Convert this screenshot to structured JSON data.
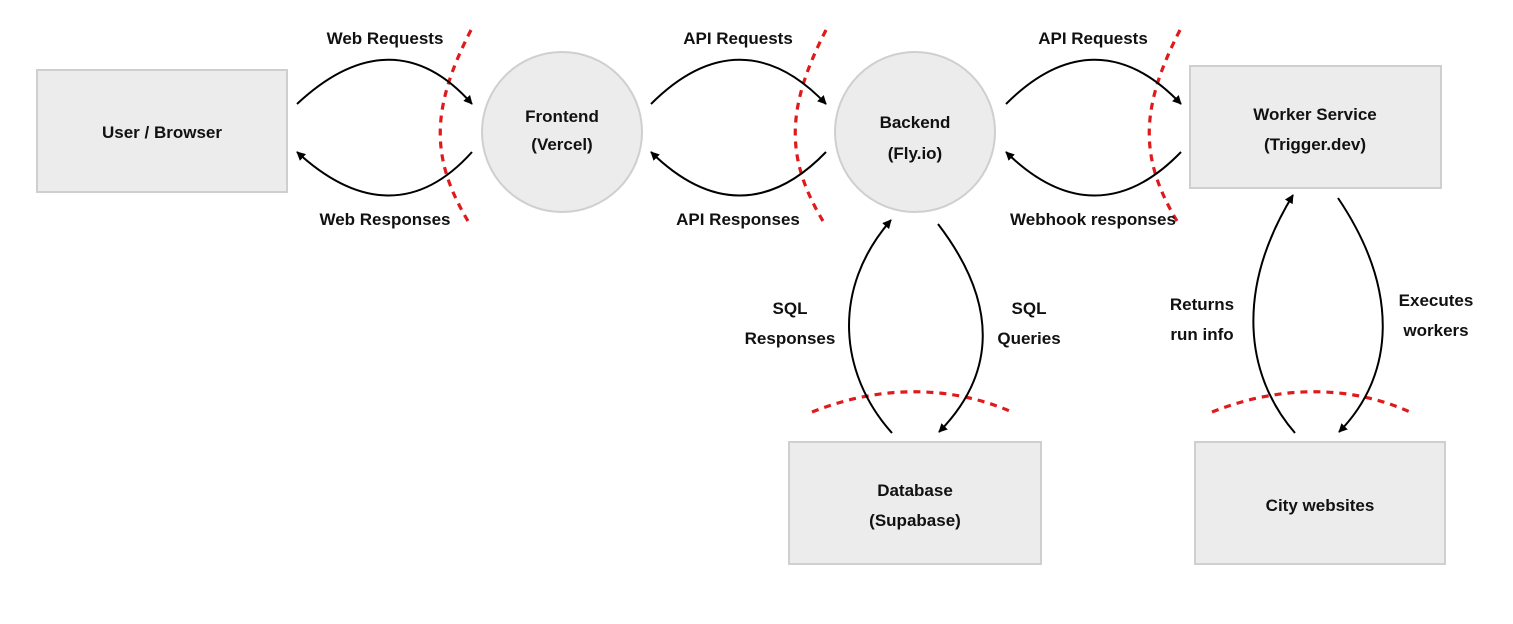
{
  "colors": {
    "node_fill": "#ececec",
    "node_stroke": "#cfcfcf",
    "arrow": "#000000",
    "boundary": "#e0191b",
    "text": "#111111"
  },
  "nodes": {
    "user_browser": {
      "line1": "User / Browser"
    },
    "frontend": {
      "line1": "Frontend",
      "line2": "(Vercel)"
    },
    "backend": {
      "line1": "Backend",
      "line2": "(Fly.io)"
    },
    "worker": {
      "line1": "Worker Service",
      "line2": "(Trigger.dev)"
    },
    "database": {
      "line1": "Database",
      "line2": "(Supabase)"
    },
    "city": {
      "line1": "City websites"
    }
  },
  "edges": {
    "web_requests": "Web Requests",
    "web_responses": "Web Responses",
    "api_requests_fe": "API Requests",
    "api_responses_fe": "API Responses",
    "api_requests_be": "API Requests",
    "webhook_responses": "Webhook responses",
    "sql_responses": [
      "SQL",
      "Responses"
    ],
    "sql_queries": [
      "SQL",
      "Queries"
    ],
    "returns_run_info": [
      "Returns",
      "run info"
    ],
    "executes_workers": [
      "Executes",
      "workers"
    ]
  }
}
